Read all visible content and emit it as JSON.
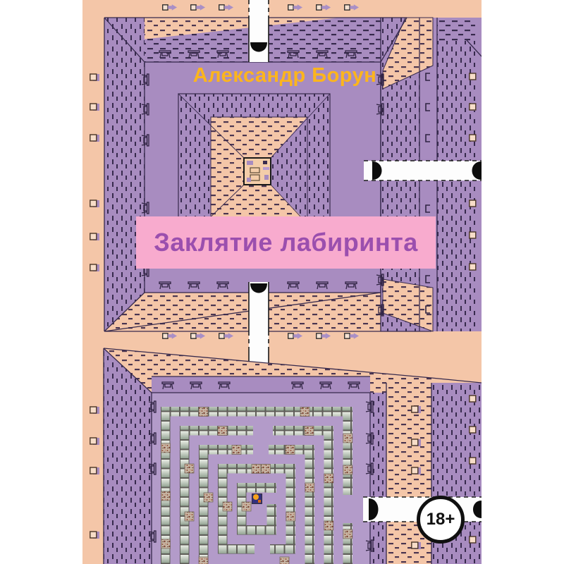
{
  "cover": {
    "author": "Александр Борун",
    "title": "Заклятие лабиринта",
    "age_badge": "18+"
  },
  "palette": {
    "page_background": "#ffffff",
    "cover_background": "#f4c6a8",
    "wall_purple": "#a88cc0",
    "floor_lavender": "#b39bc9",
    "hatch_dark": "#372a4d",
    "banner_pink": "#f8abce",
    "title_text": "#9b4fae",
    "author_text": "#fcb51d",
    "maze_block_gray": "#c2ccc0",
    "corridor_white": "#fdfdfd",
    "badge_ring": "#101010"
  },
  "icons": {
    "door_arch": "door-arch-icon",
    "wall_lamp": "wall-lamp-icon",
    "desk": "desk-icon",
    "direction_marker": "arrow-marker-icon",
    "wall_bracket": "bracket-icon"
  }
}
